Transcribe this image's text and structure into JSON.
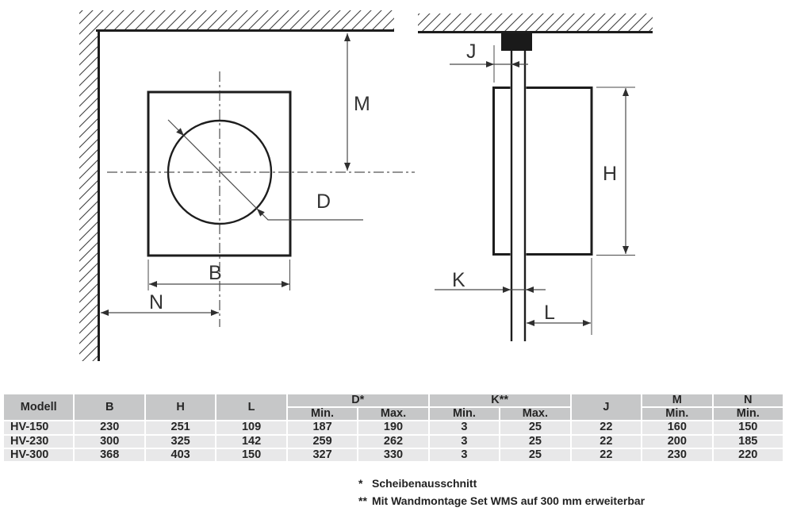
{
  "drawing": {
    "front_view": {
      "label_m": "M",
      "label_d": "D",
      "label_b": "B",
      "label_n": "N"
    },
    "side_view": {
      "label_j": "J",
      "label_h": "H",
      "label_k": "K",
      "label_l": "L"
    }
  },
  "table": {
    "headers": {
      "modell": "Modell",
      "b": "B",
      "h": "H",
      "l": "L",
      "d": "D*",
      "k": "K**",
      "j": "J",
      "m": "M",
      "n": "N",
      "min": "Min.",
      "max": "Max."
    },
    "rows": [
      {
        "modell": "HV-150",
        "b": "230",
        "h": "251",
        "l": "109",
        "d_min": "187",
        "d_max": "190",
        "k_min": "3",
        "k_max": "25",
        "j": "22",
        "m_min": "160",
        "n_min": "150"
      },
      {
        "modell": "HV-230",
        "b": "300",
        "h": "325",
        "l": "142",
        "d_min": "259",
        "d_max": "262",
        "k_min": "3",
        "k_max": "25",
        "j": "22",
        "m_min": "200",
        "n_min": "185"
      },
      {
        "modell": "HV-300",
        "b": "368",
        "h": "403",
        "l": "150",
        "d_min": "327",
        "d_max": "330",
        "k_min": "3",
        "k_max": "25",
        "j": "22",
        "m_min": "230",
        "n_min": "220"
      }
    ]
  },
  "footnotes": [
    {
      "marker": "*",
      "text": "Scheibenausschnitt"
    },
    {
      "marker": "**",
      "text": "Mit Wandmontage Set WMS auf 300 mm erweiterbar"
    }
  ],
  "colors": {
    "table_header_bg": "#c6c7c8",
    "table_row_bg": "#e8e8e9",
    "drawing_line": "#1d1d1d",
    "dimension_line": "#4a4a4a"
  }
}
